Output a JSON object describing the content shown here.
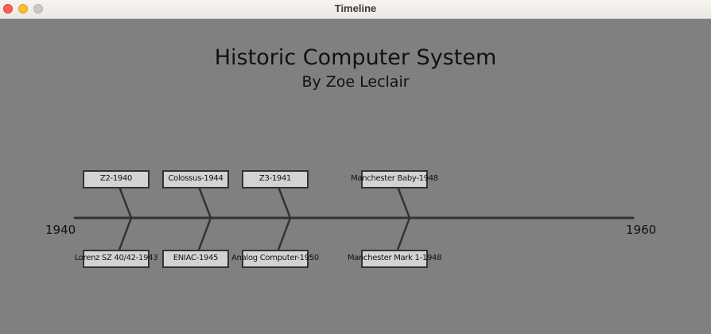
{
  "window": {
    "title": "Timeline"
  },
  "timeline": {
    "title": "Historic Computer System",
    "subtitle": "By Zoe Leclair",
    "start_year": "1940",
    "end_year": "1960",
    "colors": {
      "background": "#808080",
      "line": "#333333",
      "box_fill": "#d3d3d3",
      "box_border": "#333333"
    },
    "events_above": [
      {
        "label": "Z2-1940"
      },
      {
        "label": "Colossus-1944"
      },
      {
        "label": "Z3-1941"
      },
      {
        "label": "Manchester Baby-1948"
      }
    ],
    "events_below": [
      {
        "label": "Lorenz SZ 40/42-1943"
      },
      {
        "label": "ENIAC-1945"
      },
      {
        "label": "Analog Computer-1950"
      },
      {
        "label": "Manchester Mark 1-1948"
      }
    ]
  }
}
